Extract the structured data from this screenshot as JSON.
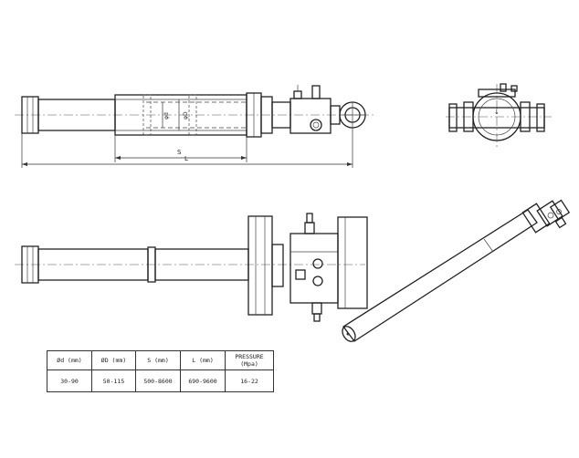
{
  "drawing": {
    "dim_labels": {
      "small_d": "φd",
      "big_d": "φD",
      "stroke": "S",
      "length": "L"
    },
    "arrow_mark": "↓"
  },
  "spec_table": {
    "headers": [
      "Ød (mm)",
      "ØD (mm)",
      "S (mm)",
      "L (mm)",
      "PRESSURE (Mpa)"
    ],
    "values": [
      "30-90",
      "50-115",
      "500-8600",
      "690-9600",
      "16-22"
    ]
  }
}
